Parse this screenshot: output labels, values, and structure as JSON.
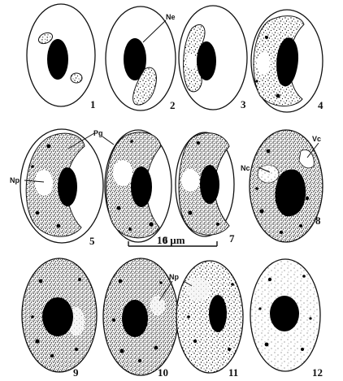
{
  "figure": {
    "cell_numbers": [
      "1",
      "2",
      "3",
      "4",
      "5",
      "6",
      "7",
      "8",
      "9",
      "10",
      "11",
      "12"
    ],
    "callouts": {
      "ne": "Ne",
      "pg": "Pg",
      "np_left": "Np",
      "vc": "Vc",
      "nc": "Nc",
      "np_bottom": "Np"
    },
    "scale_bar": {
      "label": "10 µm"
    }
  }
}
